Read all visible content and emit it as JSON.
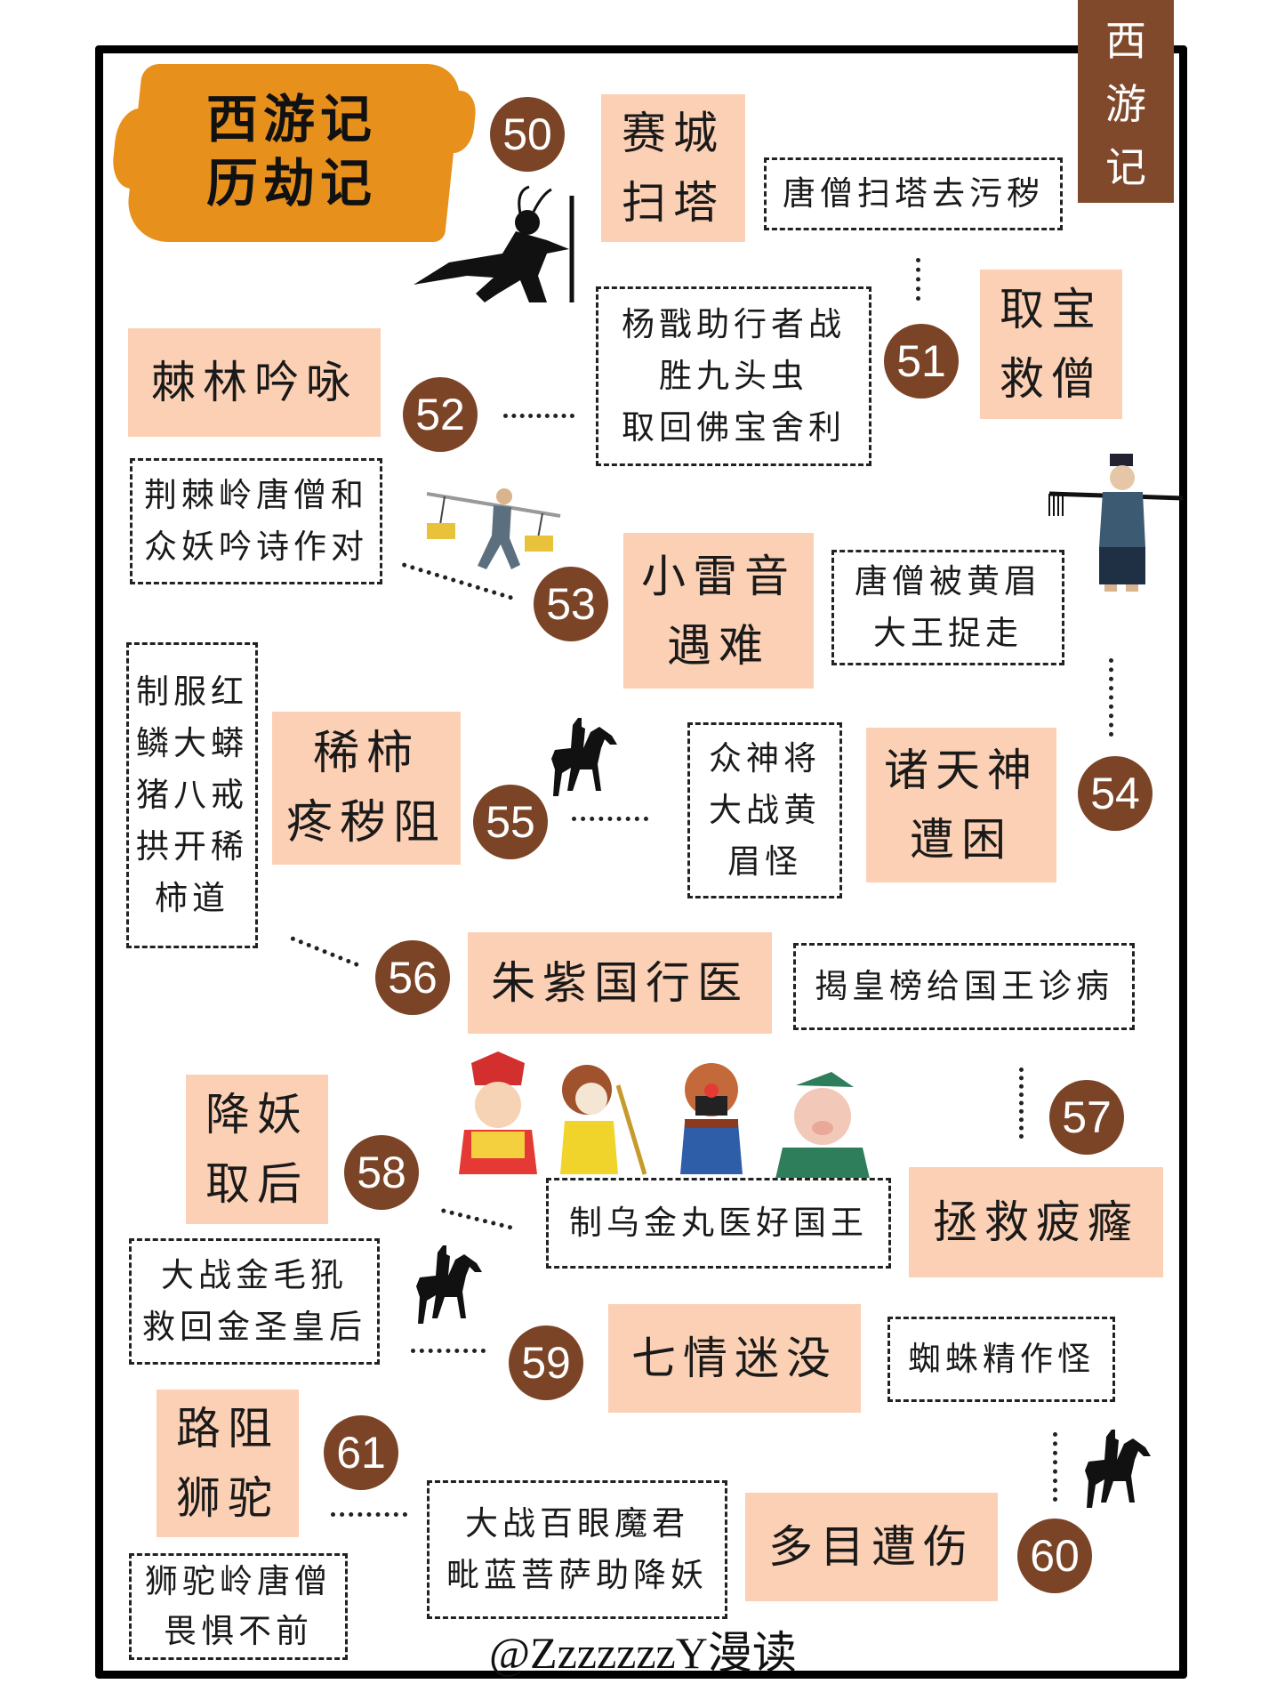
{
  "header": {
    "title_line1": "西游记",
    "title_line2": "历劫记",
    "side_tag": [
      "西",
      "游",
      "记"
    ]
  },
  "colors": {
    "peach": "#fcd0b4",
    "circle_brown": "#7b4426",
    "tag_brown": "#80492b",
    "brush_orange": "#e8901c",
    "frame": "#000000"
  },
  "episodes": [
    {
      "num": "50",
      "title": [
        "赛城",
        "扫塔"
      ],
      "desc": [
        "唐僧扫塔去污秽"
      ]
    },
    {
      "num": "51",
      "title": [
        "取宝",
        "救僧"
      ],
      "desc": [
        "杨戬助行者战",
        "胜九头虫",
        "取回佛宝舍利"
      ]
    },
    {
      "num": "52",
      "title": [
        "棘林吟咏"
      ],
      "desc": [
        "荆棘岭唐僧和",
        "众妖吟诗作对"
      ]
    },
    {
      "num": "53",
      "title": [
        "小雷音",
        "遇难"
      ],
      "desc": [
        "唐僧被黄眉",
        "大王捉走"
      ]
    },
    {
      "num": "54",
      "title": [
        "诸天神",
        "遭困"
      ],
      "desc": [
        "众神将",
        "大战黄",
        "眉怪"
      ]
    },
    {
      "num": "55",
      "title": [
        "稀柿",
        "疼秽阻"
      ],
      "desc": [
        "制服红",
        "鳞大蟒",
        "猪八戒",
        "拱开稀",
        "柿道"
      ]
    },
    {
      "num": "56",
      "title": [
        "朱紫国行医"
      ],
      "desc": [
        "揭皇榜给国王诊病"
      ]
    },
    {
      "num": "57",
      "title": [
        "拯救疲癃"
      ],
      "desc": [
        "制乌金丸医好国王"
      ]
    },
    {
      "num": "58",
      "title": [
        "降妖",
        "取后"
      ],
      "desc": [
        "大战金毛犼",
        "救回金圣皇后"
      ]
    },
    {
      "num": "59",
      "title": [
        "七情迷没"
      ],
      "desc": [
        "蜘蛛精作怪"
      ]
    },
    {
      "num": "60",
      "title": [
        "多目遭伤"
      ],
      "desc": [
        "大战百眼魔君",
        "毗蓝菩萨助降妖"
      ]
    },
    {
      "num": "61",
      "title": [
        "路阻",
        "狮驼"
      ],
      "desc": [
        "狮驼岭唐僧",
        "畏惧不前"
      ]
    }
  ],
  "footer": {
    "credit": "@ZzzzzzzY漫读"
  }
}
